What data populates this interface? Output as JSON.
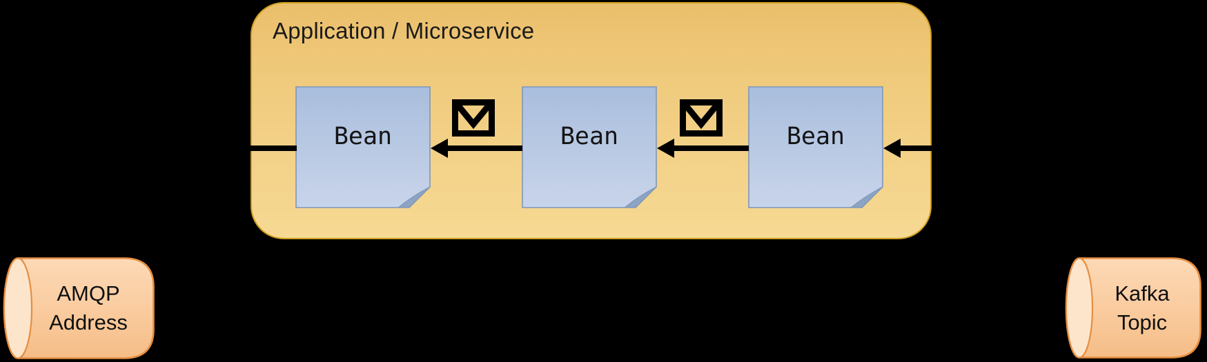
{
  "background_color": "#000000",
  "application_box": {
    "title": "Application / Microservice",
    "fill_top": "#eabf6b",
    "fill_bottom": "#f6d993",
    "border_color": "#cf9e20",
    "beans": [
      {
        "label": "Bean"
      },
      {
        "label": "Bean"
      },
      {
        "label": "Bean"
      }
    ],
    "bean_fill_top": "#a9bedd",
    "bean_fill_bottom": "#c8d4ea",
    "bean_border_color": "#7e96ba",
    "bean_fold_color": "#8ca3c2"
  },
  "message_flow": {
    "direction": "right-to-left",
    "arrow_color": "#000000",
    "envelope_icon": "envelope-icon",
    "envelope_count": 2,
    "arrows": [
      "from-right-edge-into-bean-3",
      "bean-3-to-bean-2",
      "bean-2-to-bean-1",
      "bean-1-out-left-edge"
    ]
  },
  "endpoints": {
    "amqp": {
      "line1": "AMQP",
      "line2": "Address"
    },
    "kafka": {
      "line1": "Kafka",
      "line2": "Topic"
    },
    "fill_top": "#fcd9b6",
    "fill_bottom": "#f5bd87",
    "rim_fill": "#fde5cb",
    "border_color": "#e68e41"
  }
}
